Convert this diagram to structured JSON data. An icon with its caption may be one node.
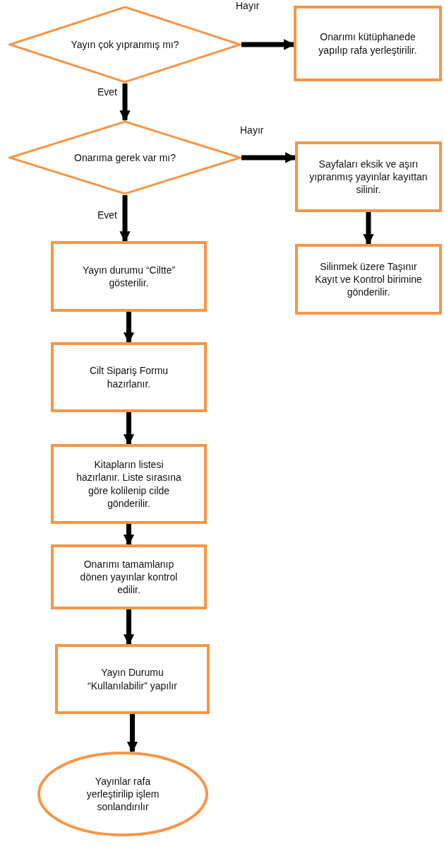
{
  "diagram": {
    "nodes": [
      {
        "text": [
          "Yayın çok yıpranmış mı?"
        ]
      },
      {
        "text": [
          "Onarımı kütüphanede yapılıp rafa yerleştirilir."
        ]
      },
      {
        "text": [
          "Onarıma gerek var mı?"
        ]
      },
      {
        "text": [
          "Sayfaları eksik ve aşırı yıpranmış yayınlar kayıttan silinir."
        ]
      },
      {
        "text": [
          "Silinmek üzere Taşınır Kayıt ve Kontrol birimine gönderilir."
        ]
      },
      {
        "text": [
          "Yayın durumu “Ciltte” gösterilir."
        ]
      },
      {
        "text": [
          "Cilt Sipariş Formu hazırlanır."
        ]
      },
      {
        "text": [
          "Kitapların listesi hazırlanır. Liste sırasına göre kolilenip cilde gönderilir."
        ]
      },
      {
        "text": [
          "Onarımı tamamlanıp dönen yayınlar kontrol edilir."
        ]
      },
      {
        "text": [
          "Yayın Durumu “Kullanılabilir” yapılır"
        ]
      },
      {
        "text": [
          "Yayınlar rafa yerleştirilip işlem sonlandırılır"
        ]
      }
    ],
    "edges": [
      {
        "from": 0,
        "to": 1,
        "arrow": "to",
        "label": "Hayır"
      },
      {
        "from": 0,
        "to": 2,
        "arrow": "to",
        "label": "Evet"
      },
      {
        "from": 2,
        "to": 3,
        "arrow": "to",
        "label": "Hayır"
      },
      {
        "from": 2,
        "to": 5,
        "arrow": "to",
        "label": "Evet"
      },
      {
        "from": 3,
        "to": 4,
        "arrow": "to"
      },
      {
        "from": 5,
        "to": 6,
        "arrow": "to"
      },
      {
        "from": 6,
        "to": 7,
        "arrow": "to"
      },
      {
        "from": 7,
        "to": 8,
        "arrow": "to"
      },
      {
        "from": 8,
        "to": 9,
        "arrow": "to"
      },
      {
        "from": 9,
        "to": 10,
        "arrow": "to"
      }
    ]
  }
}
